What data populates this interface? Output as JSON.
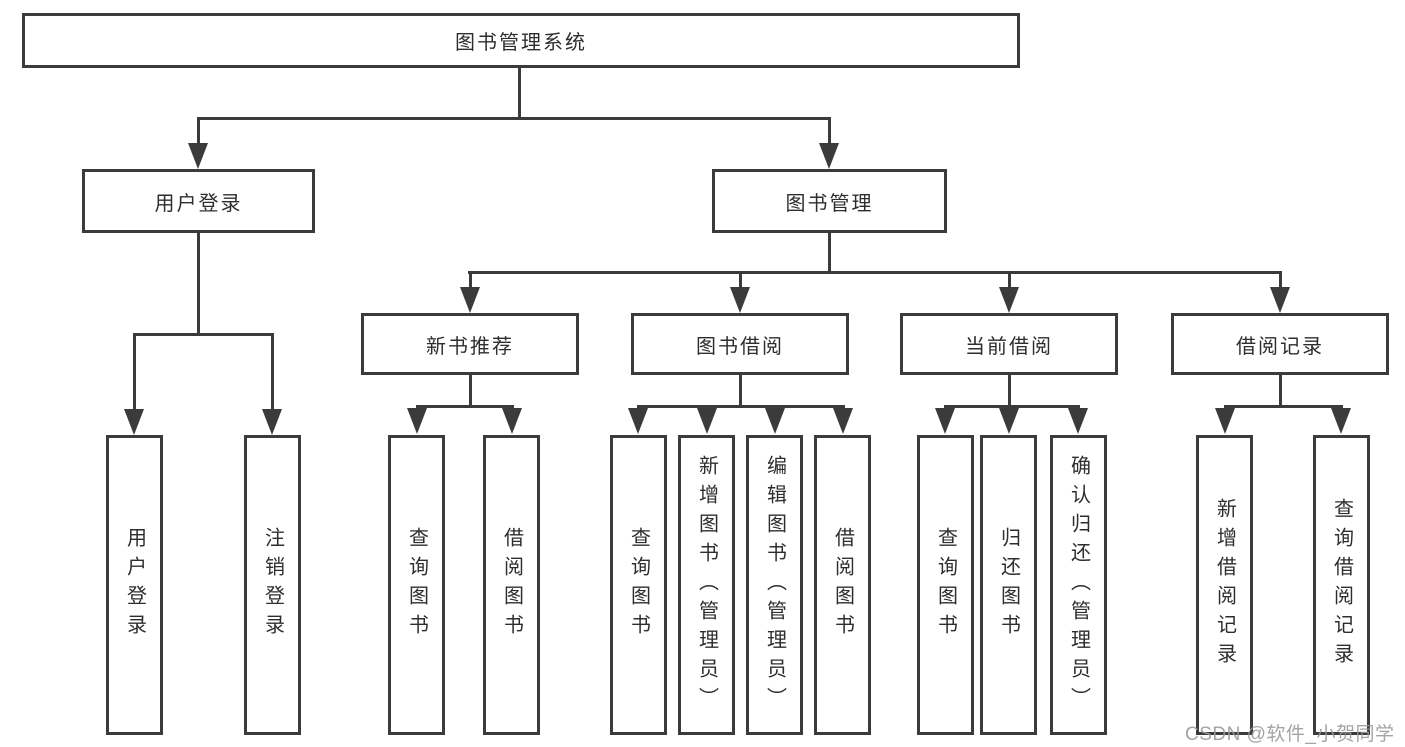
{
  "diagram_title": "图书管理系统",
  "tree": {
    "label": "图书管理系统",
    "children": [
      {
        "label": "用户登录",
        "children": [
          {
            "label": "用户登录"
          },
          {
            "label": "注销登录"
          }
        ]
      },
      {
        "label": "图书管理",
        "children": [
          {
            "label": "新书推荐",
            "children": [
              {
                "label": "查询图书"
              },
              {
                "label": "借阅图书"
              }
            ]
          },
          {
            "label": "图书借阅",
            "children": [
              {
                "label": "查询图书"
              },
              {
                "label": "新增图书（管理员）"
              },
              {
                "label": "编辑图书（管理员）"
              },
              {
                "label": "借阅图书"
              }
            ]
          },
          {
            "label": "当前借阅",
            "children": [
              {
                "label": "查询图书"
              },
              {
                "label": "归还图书"
              },
              {
                "label": "确认归还（管理员）"
              }
            ]
          },
          {
            "label": "借阅记录",
            "children": [
              {
                "label": "新增借阅记录"
              },
              {
                "label": "查询借阅记录"
              }
            ]
          }
        ]
      }
    ]
  },
  "watermark": {
    "text": "CSDN @软件_小贺同学"
  },
  "colors": {
    "line": "#3b3b3b",
    "text": "#2e2e2e",
    "watermark_gray": "#9b9b9b",
    "background": "#ffffff"
  }
}
